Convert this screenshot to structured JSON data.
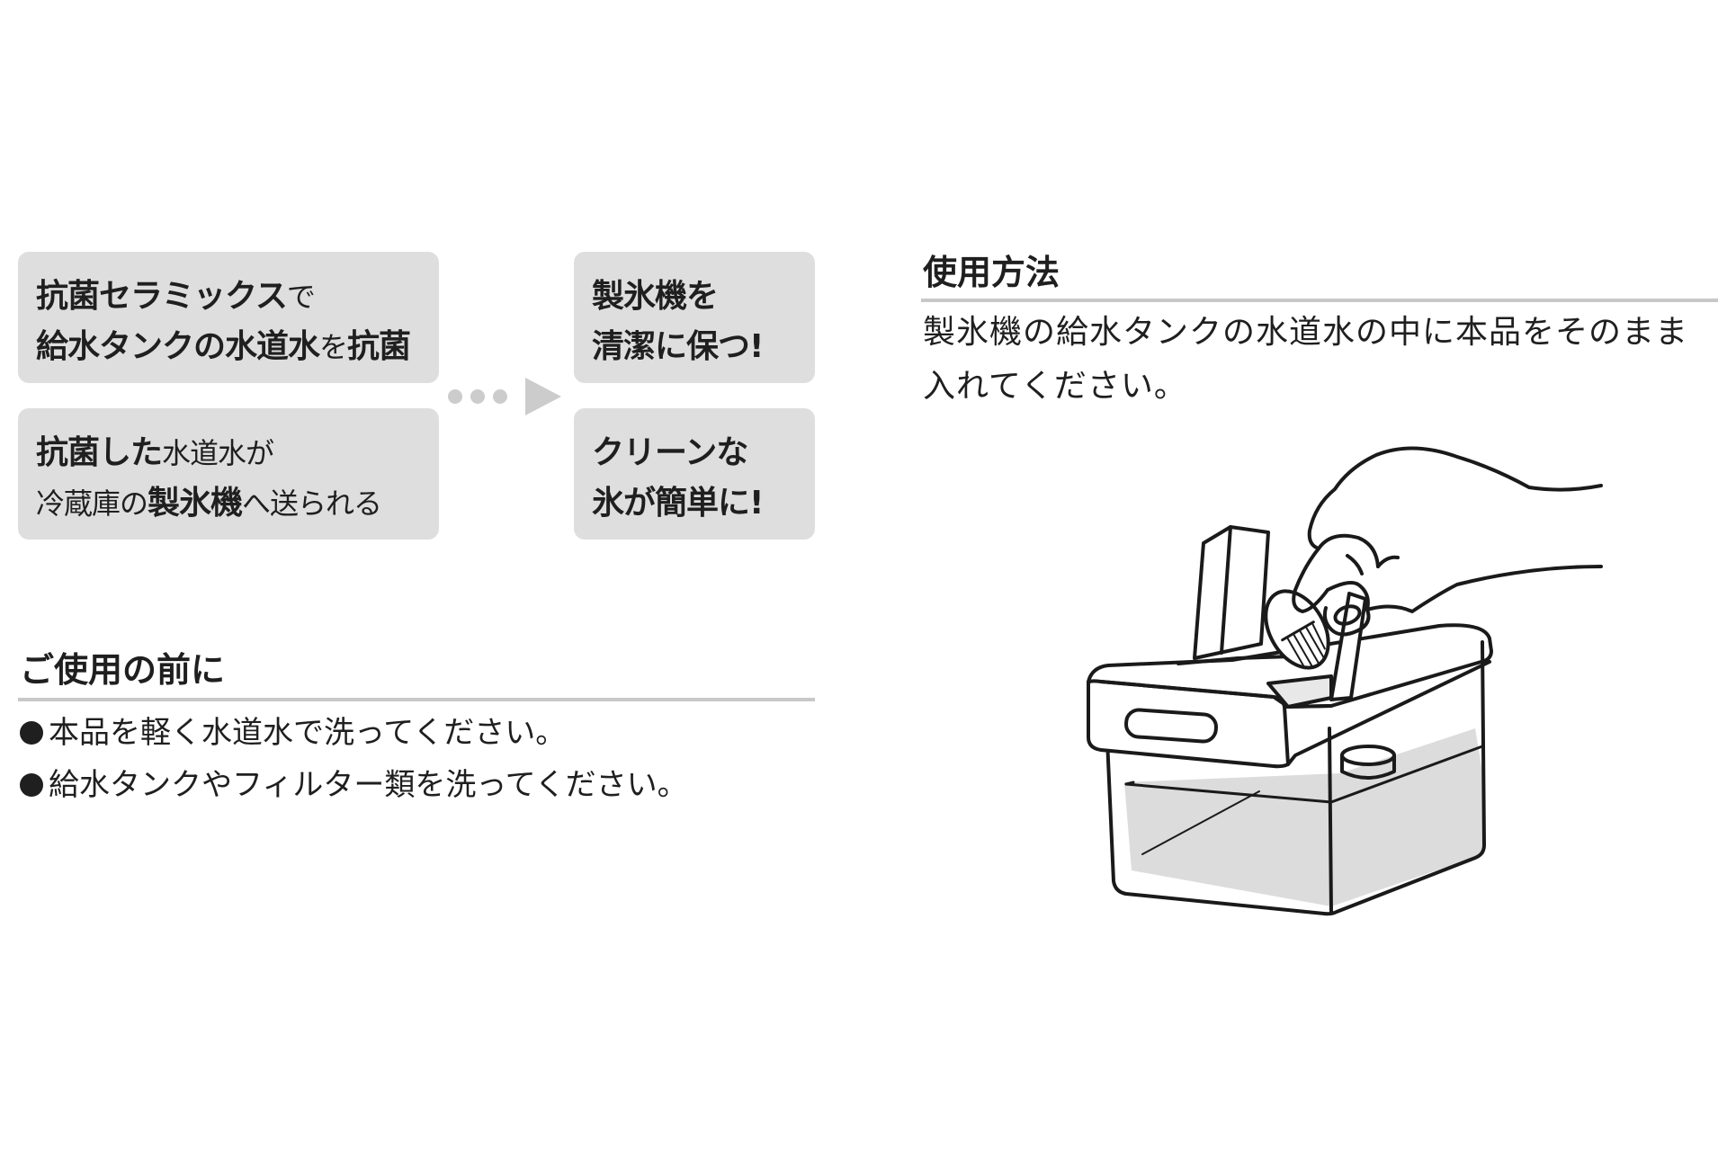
{
  "flow": {
    "box1": {
      "line1_bold": "抗菌セラミックス",
      "line1_normal": "で",
      "line2_bold": "給水タンクの水道水",
      "line2_normal": "を",
      "line2_bold2": "抗菌"
    },
    "box2": {
      "line1_bold": "抗菌した",
      "line1_normal": "水道水が",
      "line2_normal": "冷蔵庫の",
      "line2_bold": "製氷機",
      "line2_normal2": "へ送られる"
    },
    "box3": {
      "line1": "製氷機を",
      "line2": "清潔に保つ!"
    },
    "box4": {
      "line1": "クリーンな",
      "line2": "氷が簡単に!"
    }
  },
  "before_use": {
    "heading": "ご使用の前に",
    "items": [
      "本品を軽く水道水で洗ってください。",
      "給水タンクやフィルター類を洗ってください。"
    ]
  },
  "usage": {
    "heading": "使用方法",
    "text": "製氷機の給水タンクの水道水の中に本品をそのまま入れてください。"
  },
  "colors": {
    "box_bg": "#dedede",
    "rule": "#c8c8c8",
    "text": "#1f1f1f",
    "arrow": "#cccccc"
  }
}
